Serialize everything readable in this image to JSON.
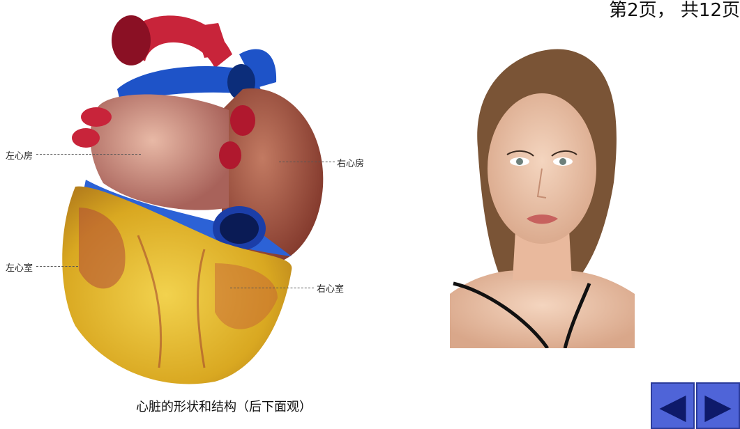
{
  "page_counter": "第2页， 共12页",
  "heart": {
    "labels": {
      "left_atrium": "左心房",
      "right_atrium": "右心房",
      "left_ventricle": "左心室",
      "right_ventricle": "右心室"
    },
    "caption": "心脏的形状和结构（后下面观）"
  },
  "nav": {
    "prev_icon": "◀",
    "next_icon": "▶"
  },
  "colors": {
    "nav_button": "#4f64d8",
    "aorta": "#c8243a",
    "vein": "#1e53c8",
    "fat": "#e5c12d"
  }
}
